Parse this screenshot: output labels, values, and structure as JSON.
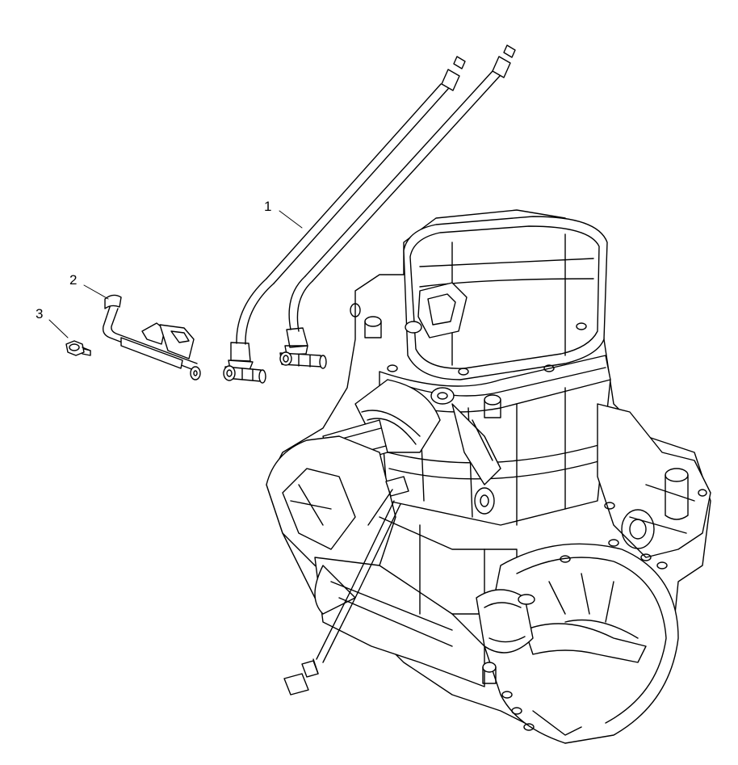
{
  "callouts": [
    {
      "label": "1",
      "part": "spark-plug-wire-set"
    },
    {
      "label": "2",
      "part": "fuel-rail"
    },
    {
      "label": "3",
      "part": "bolt"
    }
  ],
  "colors": {
    "line": "#000000",
    "fill": "#ffffff",
    "shade": "#e6e6e6"
  }
}
